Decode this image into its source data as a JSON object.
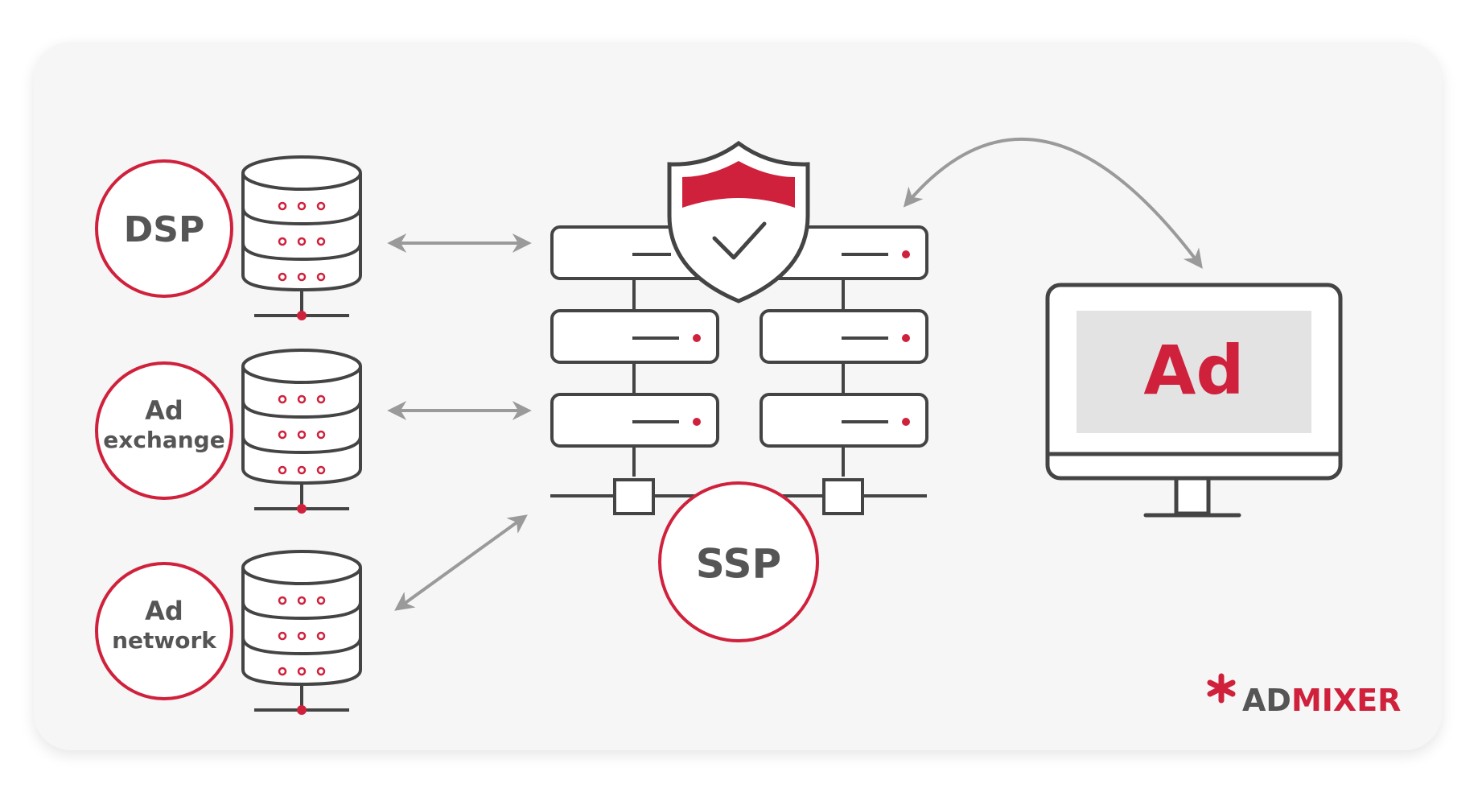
{
  "colors": {
    "accent": "#d0213c",
    "outline": "#444444",
    "arrow": "#9a9a9a",
    "label": "#555555",
    "screen": "#e3e3e3",
    "card": "#f6f6f6"
  },
  "sources": [
    {
      "line1": "DSP",
      "line2": ""
    },
    {
      "line1": "Ad",
      "line2": "exchange"
    },
    {
      "line1": "Ad",
      "line2": "network"
    }
  ],
  "center": {
    "label": "SSP"
  },
  "monitor": {
    "label": "Ad"
  },
  "logo": {
    "part1": "AD",
    "part2": "MIXER"
  }
}
